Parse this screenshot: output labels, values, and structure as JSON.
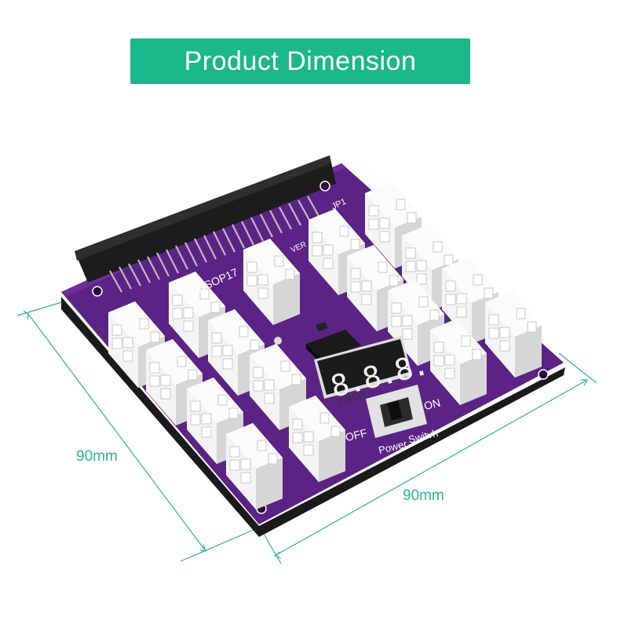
{
  "banner": {
    "title": "Product Dimension"
  },
  "dimensions": {
    "width_label": "90mm",
    "depth_label": "90mm"
  },
  "board_silkscreen": {
    "model": "DSOP17",
    "version": "VER",
    "header": "JP1",
    "power_label": "Power",
    "switch_label": "Switvh",
    "off_label": "OFF",
    "on_label": "ON",
    "display_chip": "2381AS",
    "display_digits": "8.8.8."
  },
  "colors": {
    "accent": "#1bb889",
    "dimension_line": "#2bb58d",
    "pcb": "#5b2385",
    "connector": "#f4f4f4",
    "edge_connector": "#1c1c1c"
  }
}
